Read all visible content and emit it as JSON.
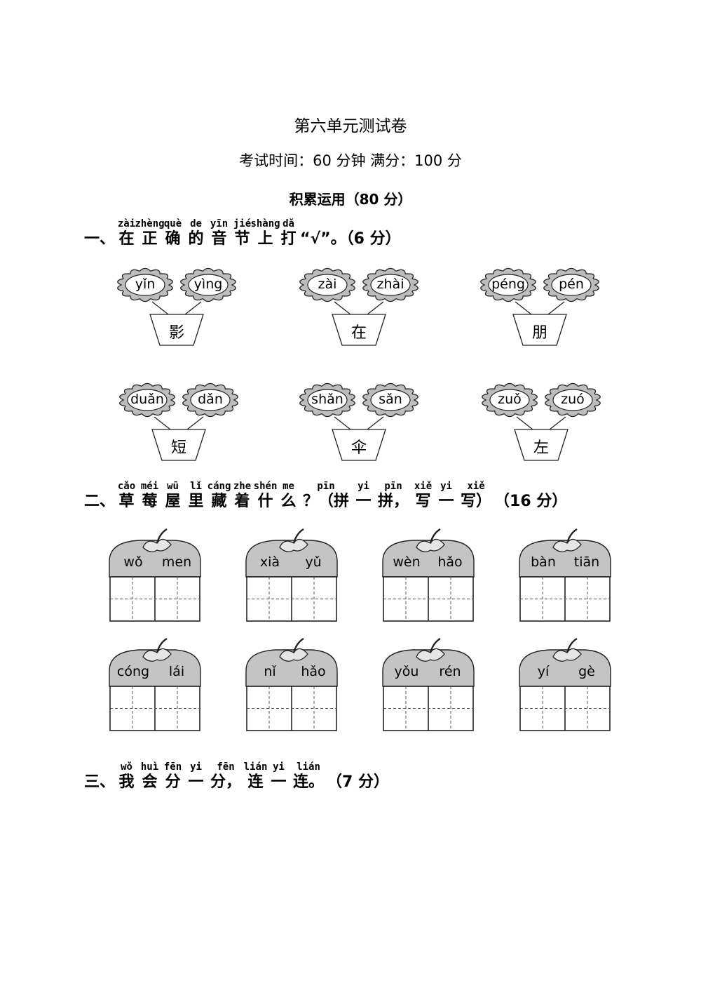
{
  "header": {
    "title": "第六单元测试卷",
    "subtitle": "考试时间：60 分钟 满分：100 分",
    "section": "积累运用（80 分）"
  },
  "q1": {
    "number": "一、",
    "chars": [
      {
        "c": "在",
        "py": "zài"
      },
      {
        "c": "正",
        "py": "zhèng"
      },
      {
        "c": "确",
        "py": "què"
      },
      {
        "c": "的",
        "py": "de"
      },
      {
        "c": "音",
        "py": "yīn"
      },
      {
        "c": "节",
        "py": "jié"
      },
      {
        "c": "上",
        "py": "shàng"
      },
      {
        "c": "打",
        "py": "dǎ"
      }
    ],
    "tail": "“√”。（6 分）",
    "pots": [
      {
        "left": "yǐn",
        "right": "yìng",
        "char": "影"
      },
      {
        "left": "zài",
        "right": "zhài",
        "char": "在"
      },
      {
        "left": "péng",
        "right": "pén",
        "char": "朋"
      },
      {
        "left": "duǎn",
        "right": "dǎn",
        "char": "短"
      },
      {
        "left": "shǎn",
        "right": "sǎn",
        "char": "伞"
      },
      {
        "left": "zuǒ",
        "right": "zuó",
        "char": "左"
      }
    ]
  },
  "q2": {
    "number": "二、",
    "chars": [
      {
        "c": "草",
        "py": "cǎo"
      },
      {
        "c": "莓",
        "py": "méi"
      },
      {
        "c": "屋",
        "py": "wū"
      },
      {
        "c": "里",
        "py": "lǐ"
      },
      {
        "c": "藏",
        "py": "cáng"
      },
      {
        "c": "着",
        "py": "zhe"
      },
      {
        "c": "什",
        "py": "shén"
      },
      {
        "c": "么",
        "py": "me"
      },
      {
        "c": "？（拼",
        "py": "pīn"
      },
      {
        "c": "一",
        "py": "yi"
      },
      {
        "c": "拼，",
        "py": "pīn"
      },
      {
        "c": "写",
        "py": "xiě"
      },
      {
        "c": "一",
        "py": "yi"
      },
      {
        "c": "写）",
        "py": "xiě"
      }
    ],
    "tail": "（16 分）",
    "berries": [
      {
        "a": "wǒ",
        "b": "men"
      },
      {
        "a": "xià",
        "b": "yǔ"
      },
      {
        "a": "wèn",
        "b": "hǎo"
      },
      {
        "a": "bàn",
        "b": "tiān"
      },
      {
        "a": "cóng",
        "b": "lái"
      },
      {
        "a": "nǐ",
        "b": "hǎo"
      },
      {
        "a": "yǒu",
        "b": "rén"
      },
      {
        "a": "yí",
        "b": "gè"
      }
    ]
  },
  "q3": {
    "number": "三、",
    "chars": [
      {
        "c": "我",
        "py": "wǒ"
      },
      {
        "c": "会",
        "py": "huì"
      },
      {
        "c": "分",
        "py": "fēn"
      },
      {
        "c": "一",
        "py": "yi"
      },
      {
        "c": "分，",
        "py": "fēn"
      },
      {
        "c": "连",
        "py": "lián"
      },
      {
        "c": "一",
        "py": "yi"
      },
      {
        "c": "连。",
        "py": "lián"
      }
    ],
    "tail": "（7 分）"
  }
}
